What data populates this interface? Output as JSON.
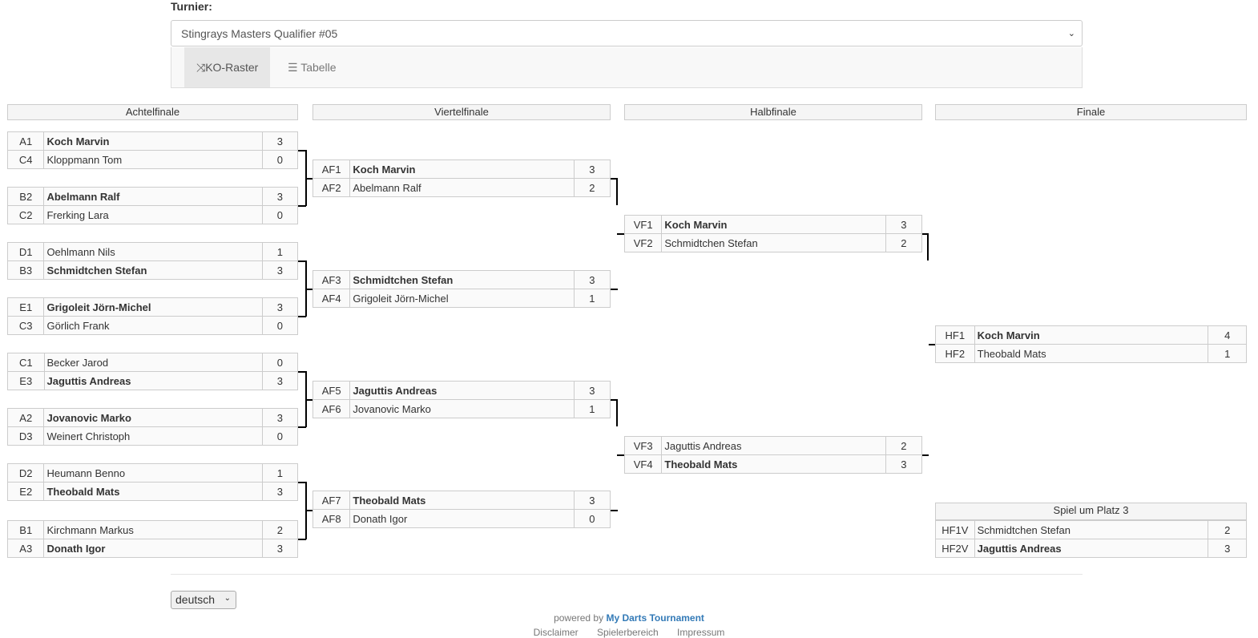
{
  "header": {
    "turnier_label": "Turnier:",
    "tournament_selected": "Stingrays Masters Qualifier #05"
  },
  "tabs": [
    {
      "label": "KO-Raster",
      "icon": "shuffle-icon",
      "active": true
    },
    {
      "label": "Tabelle",
      "icon": "list-icon",
      "active": false
    }
  ],
  "rounds": [
    "Achtelfinale",
    "Viertelfinale",
    "Halbfinale",
    "Finale"
  ],
  "third_place_title": "Spiel um Platz 3",
  "matches": {
    "r16": [
      [
        {
          "code": "A1",
          "name": "Koch Marvin",
          "score": "3",
          "winner": true
        },
        {
          "code": "C4",
          "name": "Kloppmann Tom",
          "score": "0",
          "winner": false
        }
      ],
      [
        {
          "code": "B2",
          "name": "Abelmann Ralf",
          "score": "3",
          "winner": true
        },
        {
          "code": "C2",
          "name": "Frerking Lara",
          "score": "0",
          "winner": false
        }
      ],
      [
        {
          "code": "D1",
          "name": "Oehlmann Nils",
          "score": "1",
          "winner": false
        },
        {
          "code": "B3",
          "name": "Schmidtchen Stefan",
          "score": "3",
          "winner": true
        }
      ],
      [
        {
          "code": "E1",
          "name": "Grigoleit Jörn-Michel",
          "score": "3",
          "winner": true
        },
        {
          "code": "C3",
          "name": "Görlich Frank",
          "score": "0",
          "winner": false
        }
      ],
      [
        {
          "code": "C1",
          "name": "Becker Jarod",
          "score": "0",
          "winner": false
        },
        {
          "code": "E3",
          "name": "Jaguttis Andreas",
          "score": "3",
          "winner": true
        }
      ],
      [
        {
          "code": "A2",
          "name": "Jovanovic Marko",
          "score": "3",
          "winner": true
        },
        {
          "code": "D3",
          "name": "Weinert Christoph",
          "score": "0",
          "winner": false
        }
      ],
      [
        {
          "code": "D2",
          "name": "Heumann Benno",
          "score": "1",
          "winner": false
        },
        {
          "code": "E2",
          "name": "Theobald Mats",
          "score": "3",
          "winner": true
        }
      ],
      [
        {
          "code": "B1",
          "name": "Kirchmann Markus",
          "score": "2",
          "winner": false
        },
        {
          "code": "A3",
          "name": "Donath Igor",
          "score": "3",
          "winner": true
        }
      ]
    ],
    "qf": [
      [
        {
          "code": "AF1",
          "name": "Koch Marvin",
          "score": "3",
          "winner": true
        },
        {
          "code": "AF2",
          "name": "Abelmann Ralf",
          "score": "2",
          "winner": false
        }
      ],
      [
        {
          "code": "AF3",
          "name": "Schmidtchen Stefan",
          "score": "3",
          "winner": true
        },
        {
          "code": "AF4",
          "name": "Grigoleit Jörn-Michel",
          "score": "1",
          "winner": false
        }
      ],
      [
        {
          "code": "AF5",
          "name": "Jaguttis Andreas",
          "score": "3",
          "winner": true
        },
        {
          "code": "AF6",
          "name": "Jovanovic Marko",
          "score": "1",
          "winner": false
        }
      ],
      [
        {
          "code": "AF7",
          "name": "Theobald Mats",
          "score": "3",
          "winner": true
        },
        {
          "code": "AF8",
          "name": "Donath Igor",
          "score": "0",
          "winner": false
        }
      ]
    ],
    "sf": [
      [
        {
          "code": "VF1",
          "name": "Koch Marvin",
          "score": "3",
          "winner": true
        },
        {
          "code": "VF2",
          "name": "Schmidtchen Stefan",
          "score": "2",
          "winner": false
        }
      ],
      [
        {
          "code": "VF3",
          "name": "Jaguttis Andreas",
          "score": "2",
          "winner": false
        },
        {
          "code": "VF4",
          "name": "Theobald Mats",
          "score": "3",
          "winner": true
        }
      ]
    ],
    "final": [
      [
        {
          "code": "HF1",
          "name": "Koch Marvin",
          "score": "4",
          "winner": true
        },
        {
          "code": "HF2",
          "name": "Theobald Mats",
          "score": "1",
          "winner": false
        }
      ]
    ],
    "third": [
      [
        {
          "code": "HF1V",
          "name": "Schmidtchen Stefan",
          "score": "2",
          "winner": false
        },
        {
          "code": "HF2V",
          "name": "Jaguttis Andreas",
          "score": "3",
          "winner": true
        }
      ]
    ]
  },
  "footer": {
    "language": "deutsch",
    "powered_by": "powered by",
    "brand": "My Darts Tournament",
    "links": [
      "Disclaimer",
      "Spielerbereich",
      "Impressum"
    ]
  }
}
